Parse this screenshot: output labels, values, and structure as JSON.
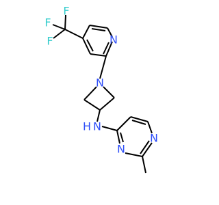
{
  "molecule": {
    "atoms": {
      "f_top": "F",
      "f_left_top": "F",
      "f_left_bottom": "F",
      "n_pyridine": "N",
      "n_azetidine": "N",
      "n_amine": "N",
      "h_amine": "H",
      "n_pyrimidine_upper": "N",
      "n_pyrimidine_lower": "N"
    },
    "colors": {
      "bond": "#000000",
      "fluorine": "#33cccc",
      "nitrogen": "#3050f8"
    }
  }
}
